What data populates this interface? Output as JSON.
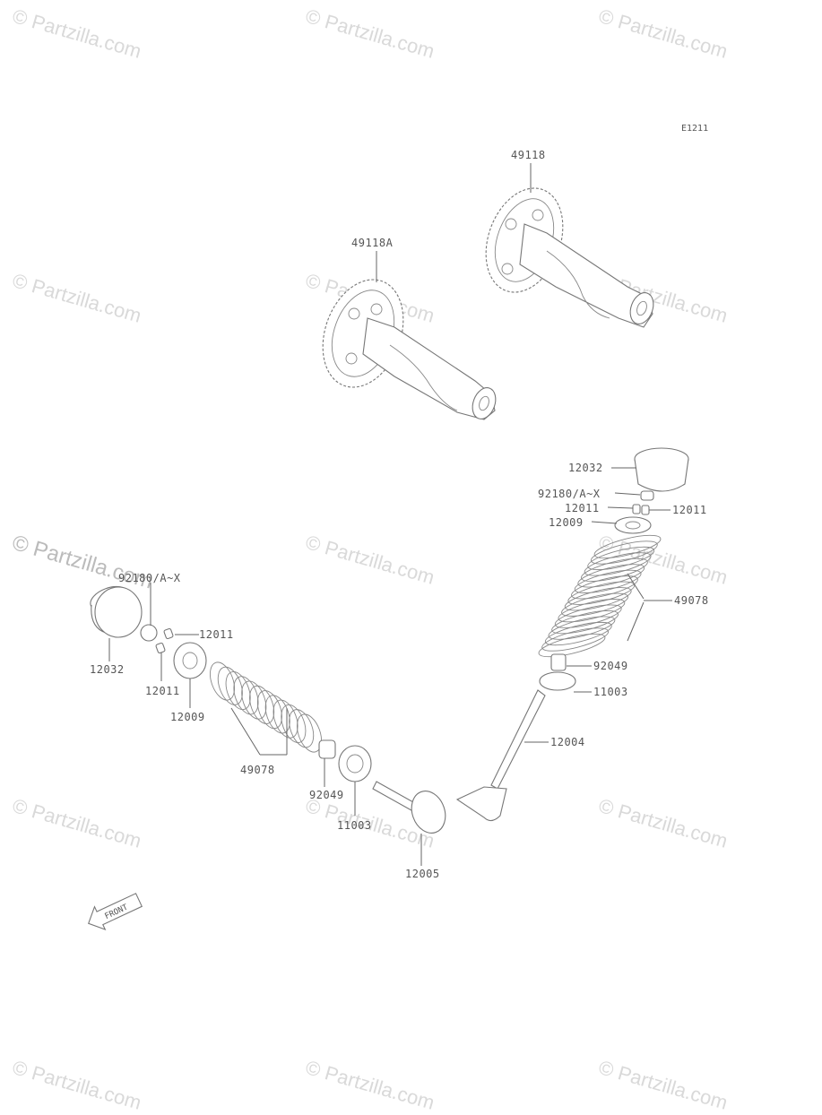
{
  "watermark": {
    "text": "© Partzilla.com"
  },
  "diagram_code": "E1211",
  "front_arrow_label": "FRONT",
  "labels": {
    "p49118": "49118",
    "p49118A": "49118A",
    "r12032": "12032",
    "r92180": "92180/A~X",
    "r12011a": "12011",
    "r12011b": "12011",
    "r12009": "12009",
    "r49078": "49078",
    "r92049": "92049",
    "r11003": "11003",
    "r12004": "12004",
    "l92180": "92180/A~X",
    "l12011a": "12011",
    "l12032": "12032",
    "l12011b": "12011",
    "l12009": "12009",
    "l49078": "49078",
    "l92049": "92049",
    "l11003": "11003",
    "l12005": "12005"
  }
}
